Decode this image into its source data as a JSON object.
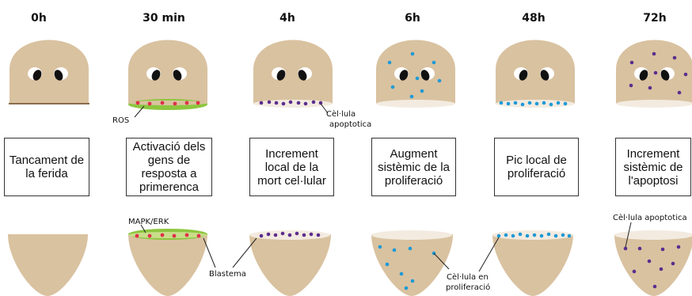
{
  "stages": [
    {
      "time": "0h",
      "description": "Tancament de\nla ferida"
    },
    {
      "time": "30 min",
      "description": "Activació dels\ngens de\nresposta a\nprimerenca"
    },
    {
      "time": "4h",
      "description": "Increment\nlocal de la\nmort cel·lular"
    },
    {
      "time": "6h",
      "description": "Augment\nsistèmic de la\nproliferació"
    },
    {
      "time": "48h",
      "description": "Pic local de\nproliferació"
    },
    {
      "time": "72h",
      "description": "Increment\nsistèmic de\nl'apoptosi"
    }
  ],
  "labels": {
    "ros": "ROS",
    "apoptotic_cell_top_1": "Cèl·lula",
    "apoptotic_cell_top_2": "apoptotica",
    "mapk_erk": "MAPK/ERK",
    "blastema": "Blastema",
    "proliferating_cell_1": "Cèl·lula en",
    "proliferating_cell_2": "proliferació",
    "apoptotic_cell_bottom": "Cèl·lula apoptotica"
  },
  "colors": {
    "tissue": "#d9c2a0",
    "wound_epithelium": "#f3ebe0",
    "eye": "#111111",
    "ros_dot": "#e0304a",
    "mapk_green": "#8dc63f",
    "apoptotic_dot": "#5b2d8e",
    "proliferating_dot": "#1e9ad6"
  }
}
